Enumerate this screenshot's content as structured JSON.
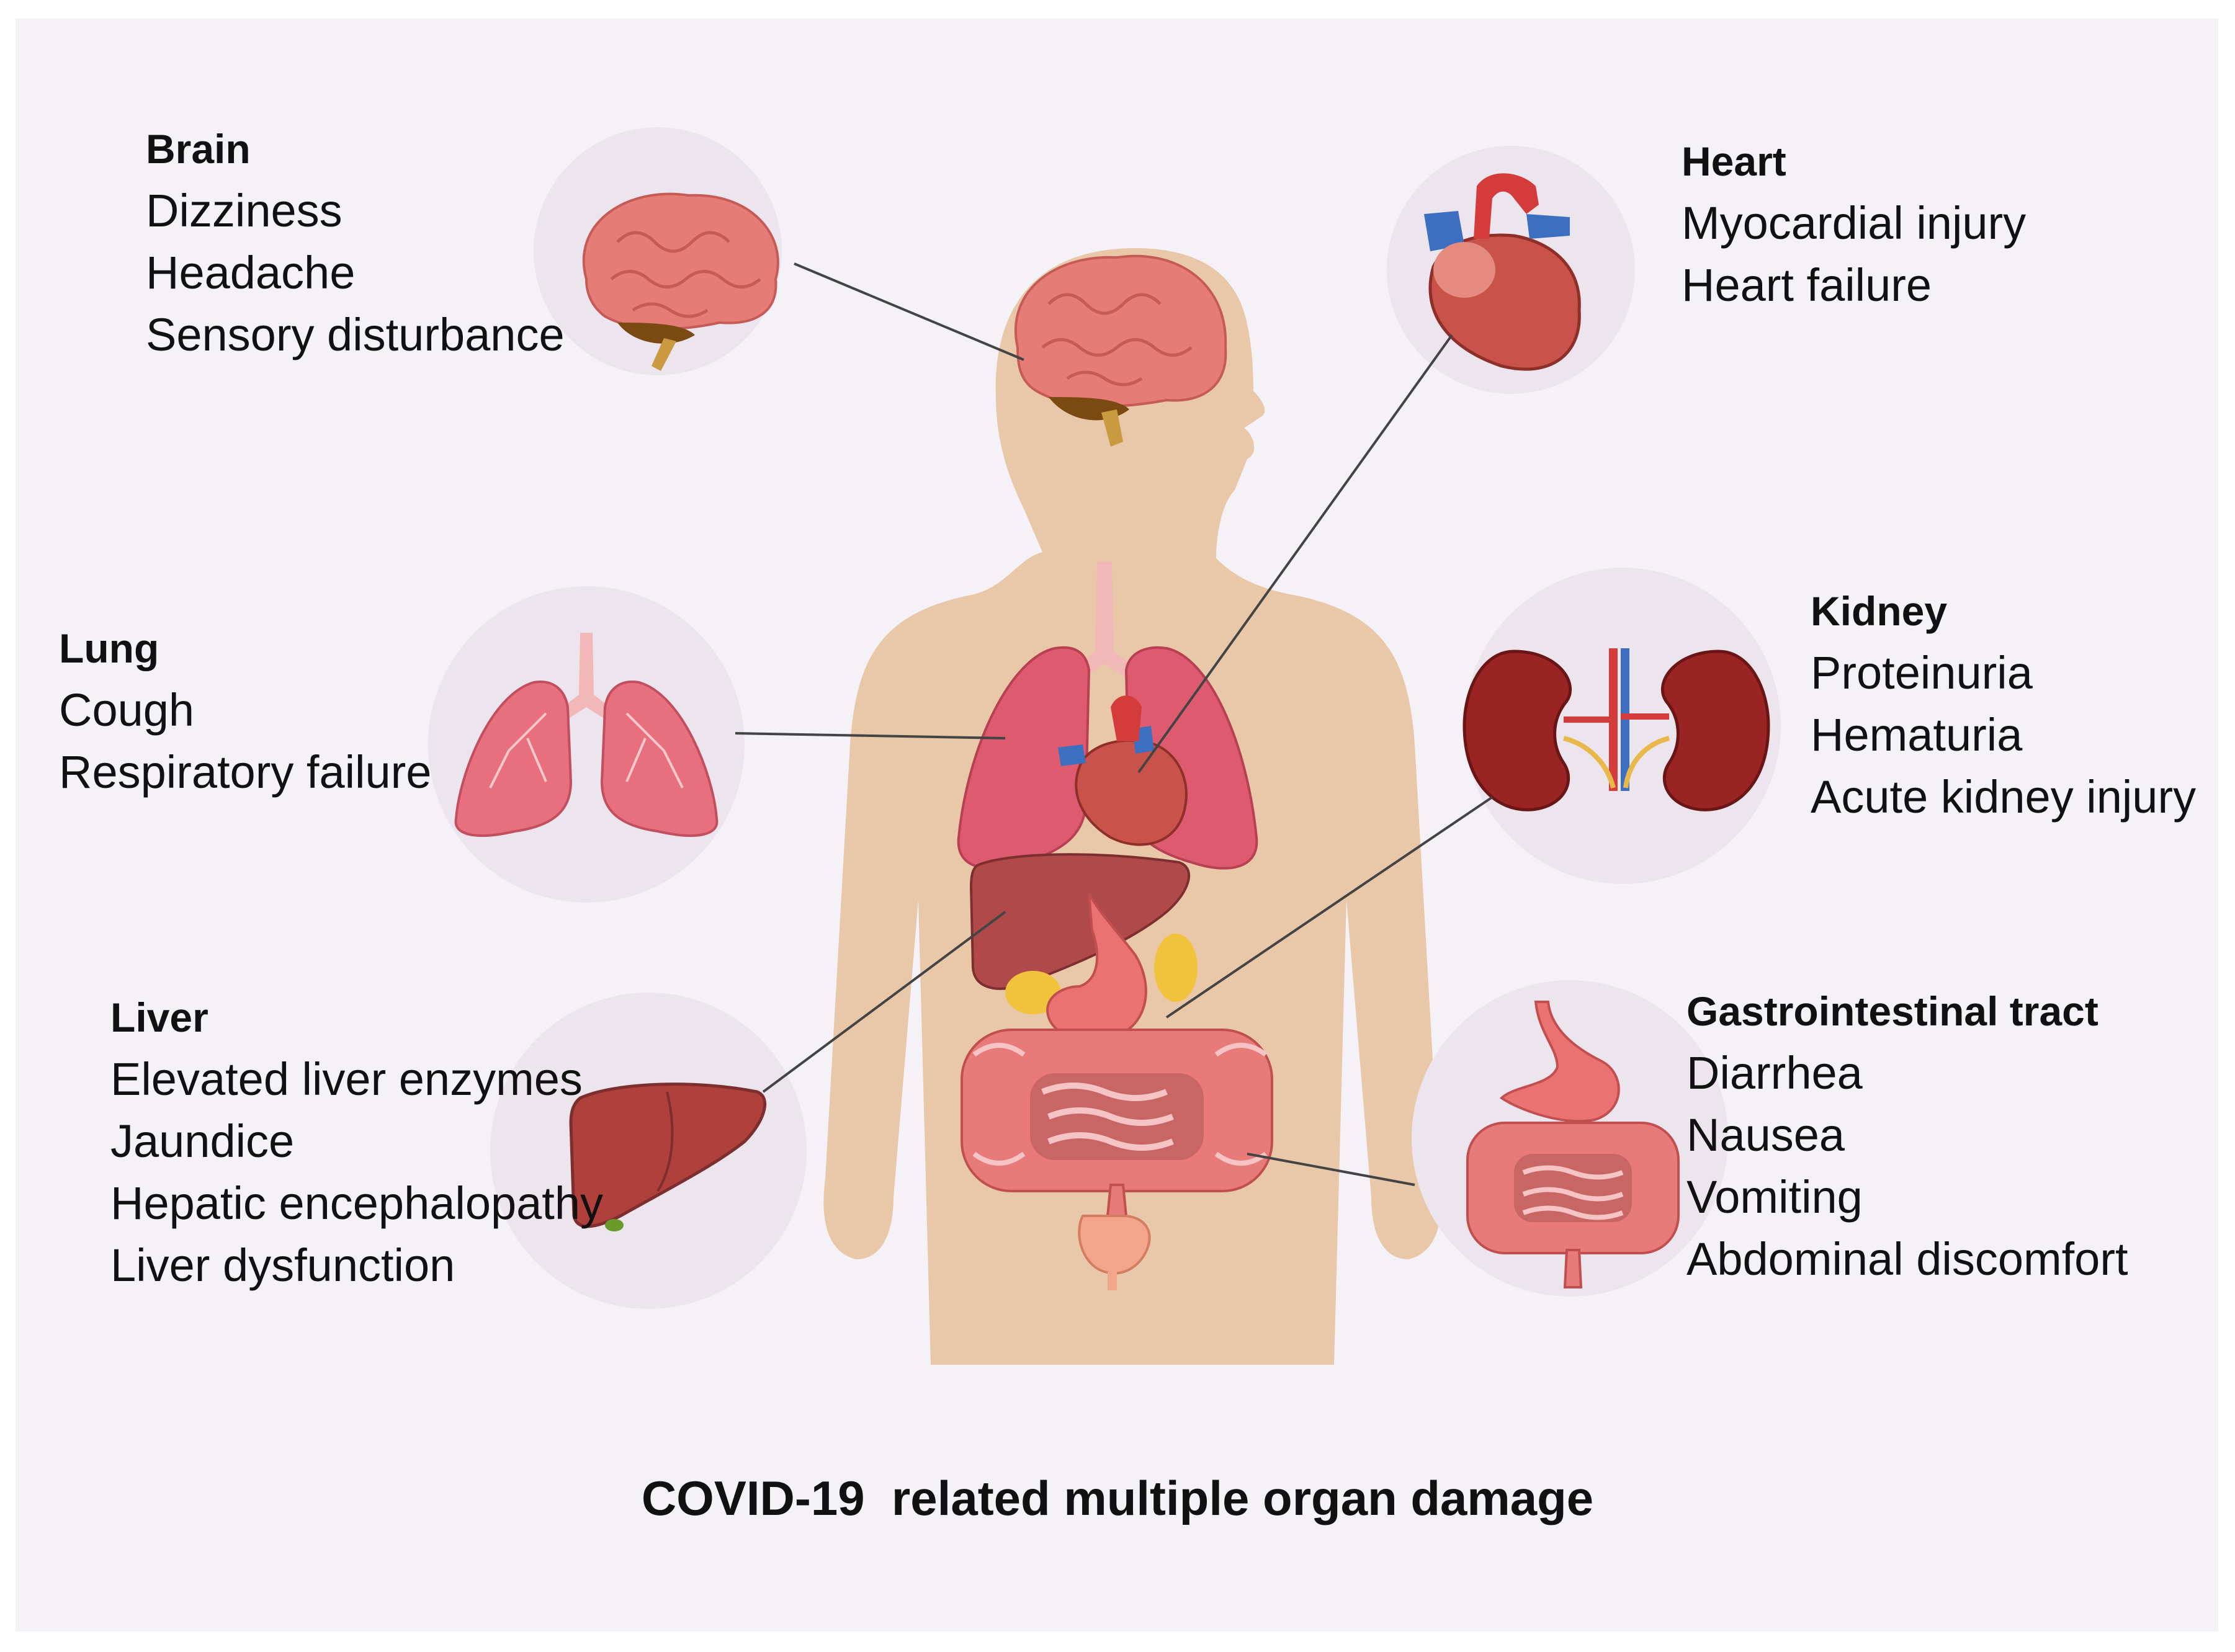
{
  "title": "COVID-19  related multiple organ damage",
  "colors": {
    "background": "#f4f2f7",
    "body_silhouette": "#e8c8a8",
    "organ_circle": "#ece5ee",
    "leader_line": "#444444",
    "text": "#111111"
  },
  "organs": [
    {
      "key": "brain",
      "name": "Brain",
      "icon": "brain-icon",
      "symptoms": [
        "Dizziness",
        "Headache",
        "Sensory disturbance"
      ]
    },
    {
      "key": "heart",
      "name": "Heart",
      "icon": "heart-icon",
      "symptoms": [
        "Myocardial injury",
        "Heart failure"
      ]
    },
    {
      "key": "lung",
      "name": "Lung",
      "icon": "lungs-icon",
      "symptoms": [
        "Cough",
        "Respiratory failure"
      ]
    },
    {
      "key": "kidney",
      "name": "Kidney",
      "icon": "kidneys-icon",
      "symptoms": [
        "Proteinuria",
        "Hematuria",
        "Acute kidney injury"
      ]
    },
    {
      "key": "liver",
      "name": "Liver",
      "icon": "liver-icon",
      "symptoms": [
        "Elevated liver enzymes",
        "Jaundice",
        "Hepatic encephalopathy",
        "Liver dysfunction"
      ]
    },
    {
      "key": "gi",
      "name": "Gastrointestinal tract",
      "icon": "intestine-icon",
      "symptoms": [
        "Diarrhea",
        "Nausea",
        "Vomiting",
        "Abdominal discomfort"
      ]
    }
  ]
}
